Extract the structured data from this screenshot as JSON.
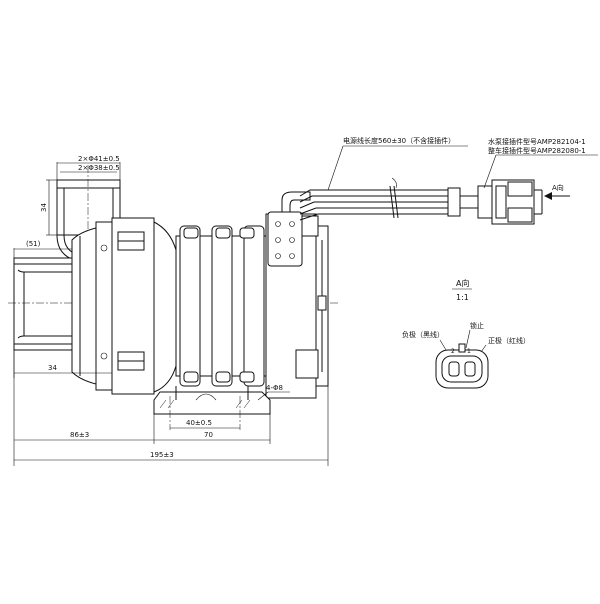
{
  "labels": {
    "cable_length": "电源线长度560±30（不含接插件）",
    "pump_connector": "水泵接插件型号AMP282104-1",
    "vehicle_connector": "整车接插件型号AMP282080-1",
    "view_arrow": "A向",
    "view_title": "A向",
    "view_scale": "1:1",
    "negative_pole": "负极（黑线）",
    "lock": "锁止",
    "positive_pole": "正极（红线）",
    "pin_2": "2",
    "pin_1": "1"
  },
  "dimensions": {
    "outlet_od": "2×Φ41±0.5",
    "outlet_id": "2×Φ38±0.5",
    "outlet_height": "34",
    "ref_51": "(51)",
    "inlet_length": "34",
    "holes": "4-Φ8",
    "bracket_40": "40±0.5",
    "bracket_70": "70",
    "len_86": "86±3",
    "len_195": "195±3"
  }
}
